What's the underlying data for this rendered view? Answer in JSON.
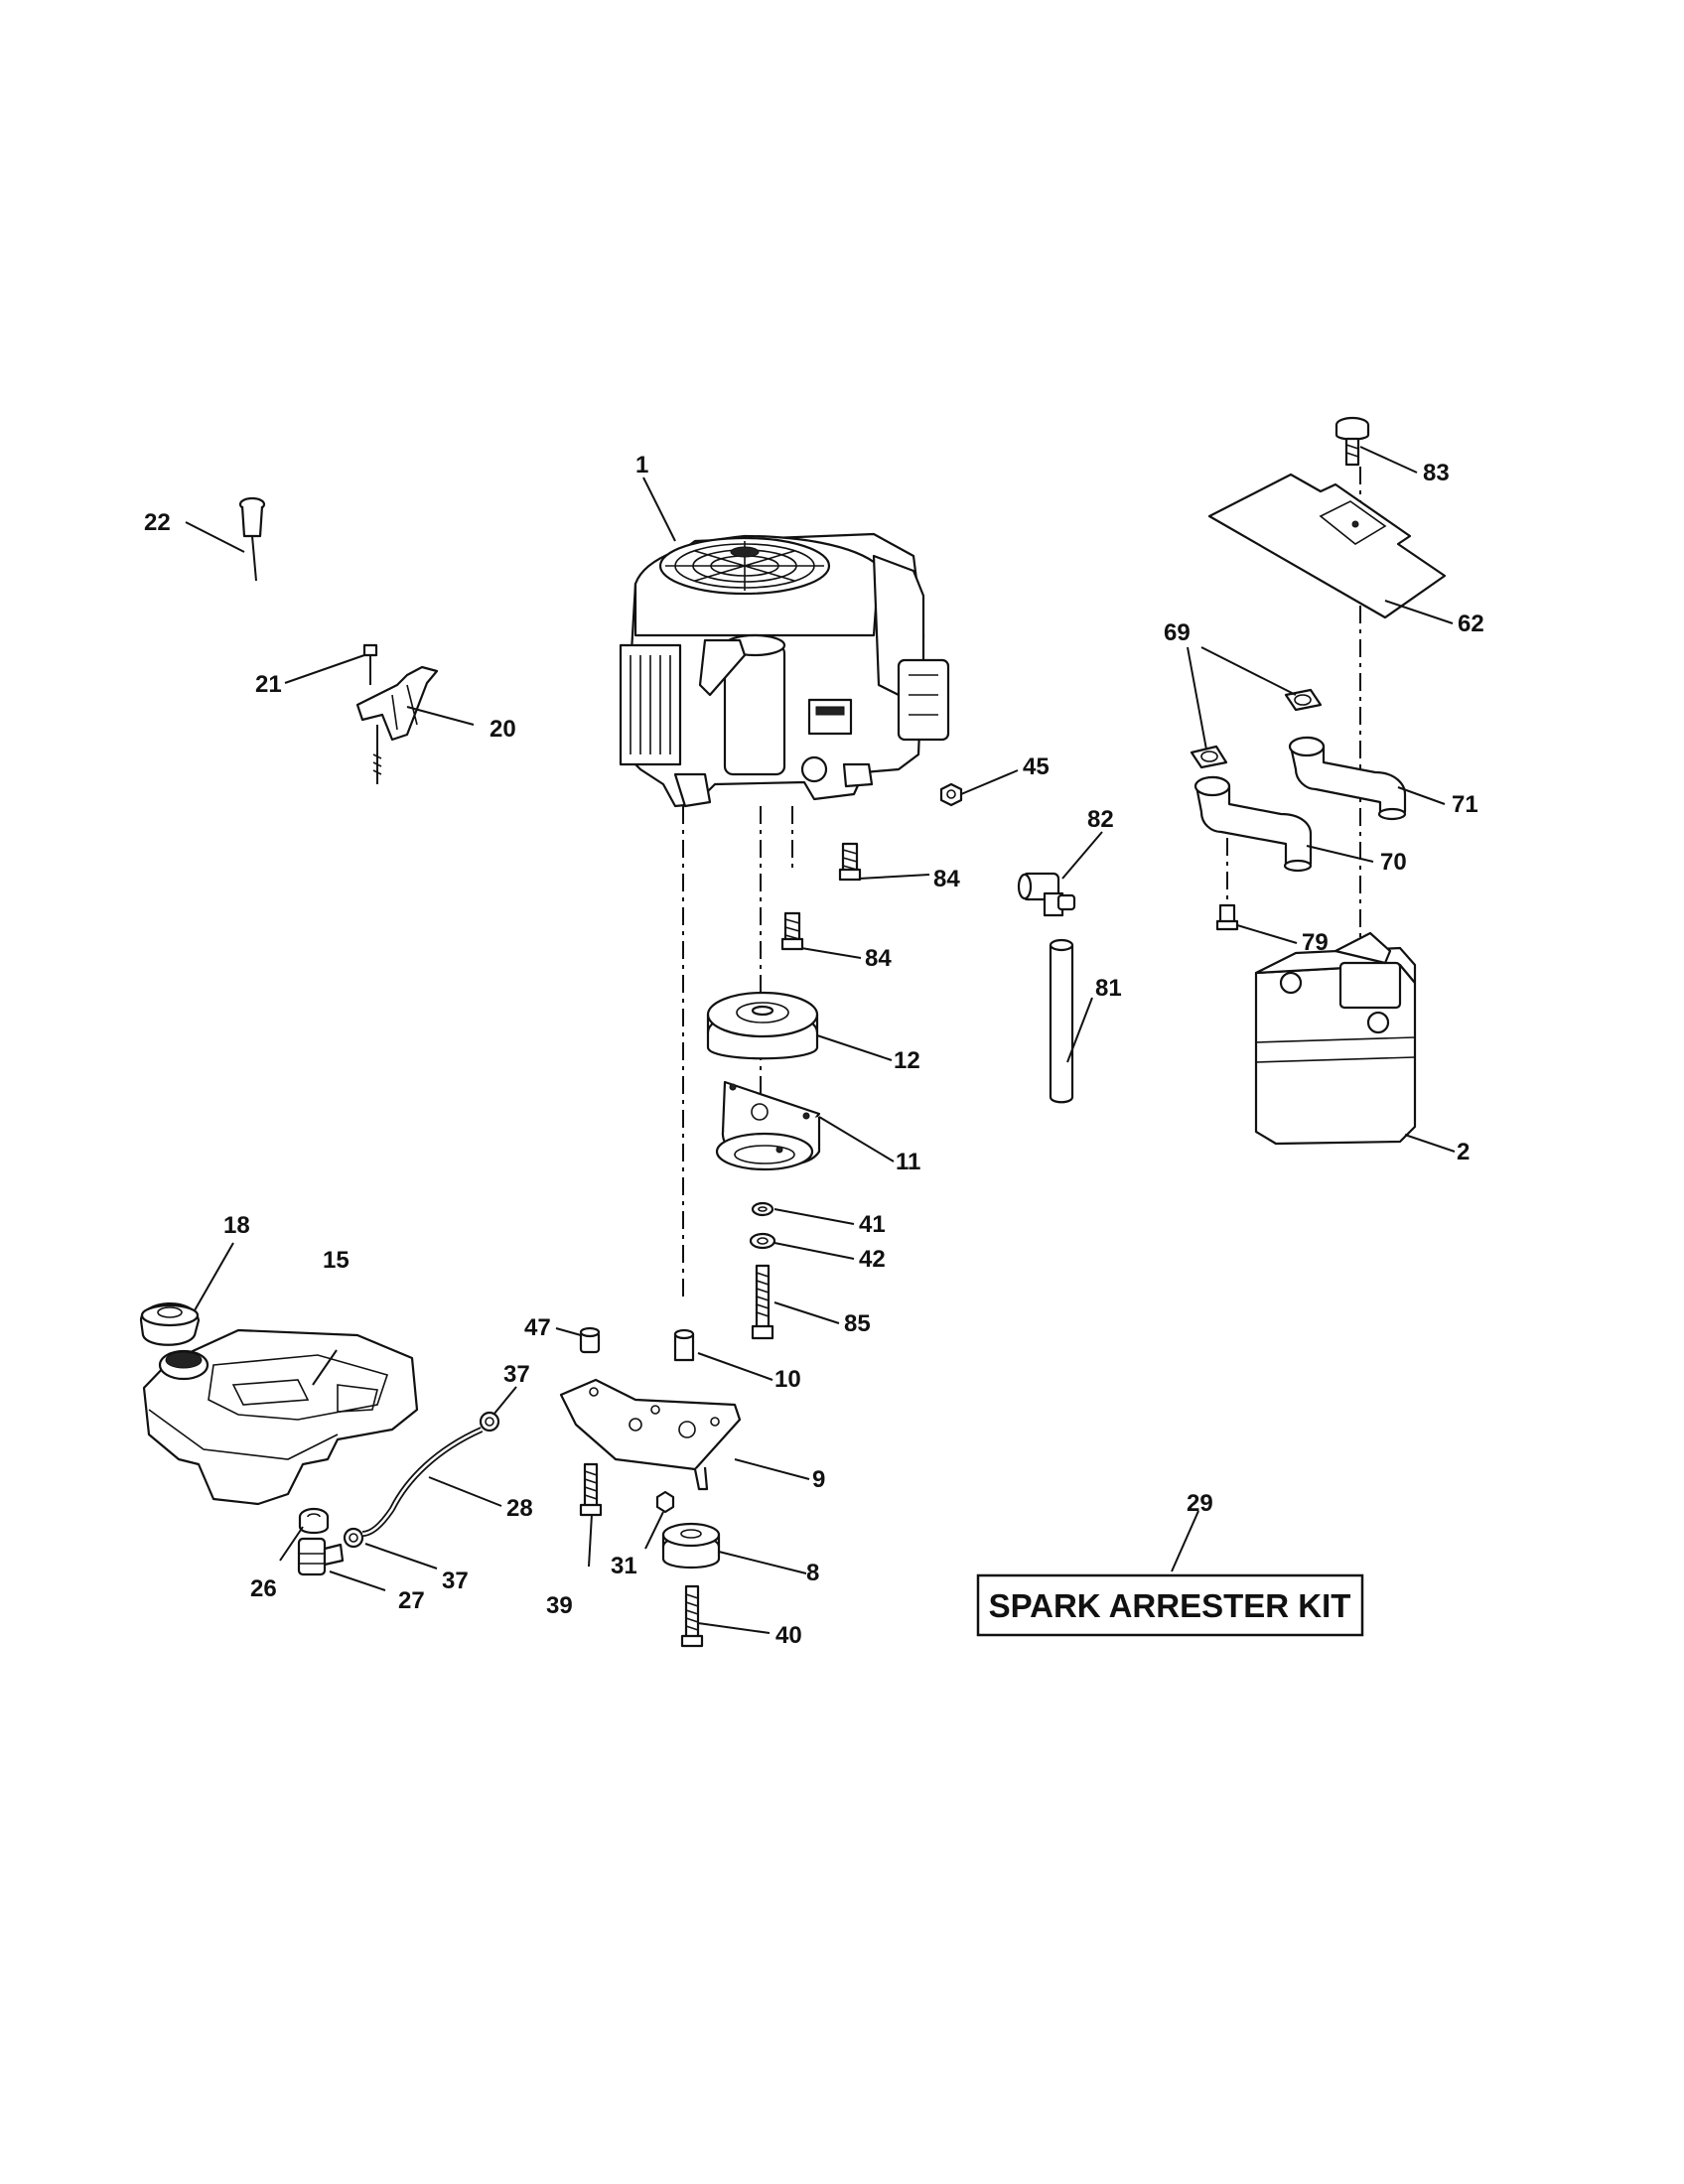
{
  "diagram": {
    "callouts": {
      "p1": "1",
      "p2": "2",
      "p8": "8",
      "p9": "9",
      "p10": "10",
      "p11": "11",
      "p12": "12",
      "p15": "15",
      "p18": "18",
      "p20": "20",
      "p21": "21",
      "p22": "22",
      "p26": "26",
      "p27": "27",
      "p28": "28",
      "p29": "29",
      "p31": "31",
      "p37a": "37",
      "p37b": "37",
      "p39": "39",
      "p40": "40",
      "p41": "41",
      "p42": "42",
      "p45": "45",
      "p47": "47",
      "p62": "62",
      "p69": "69",
      "p70": "70",
      "p71": "71",
      "p79": "79",
      "p81": "81",
      "p82": "82",
      "p83": "83",
      "p84a": "84",
      "p84b": "84",
      "p85": "85"
    },
    "kit_label": "SPARK ARRESTER KIT"
  }
}
